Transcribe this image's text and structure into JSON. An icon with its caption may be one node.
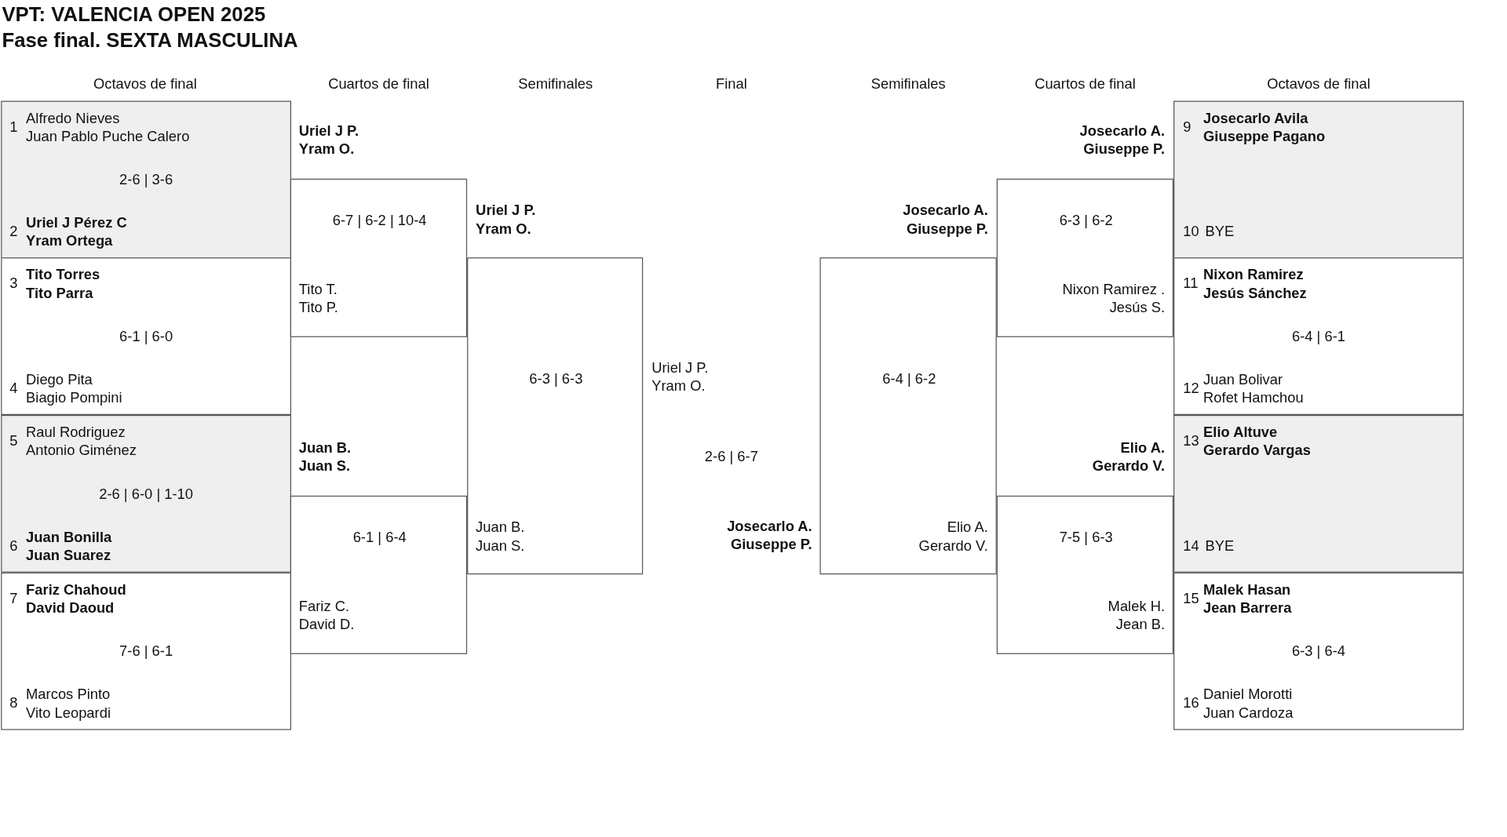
{
  "diagram": {
    "title": "VPT: VALENCIA OPEN 2025",
    "nodes": [
      {
        "text": [
          "1",
          "Alfredo Nieves",
          "Juan Pablo Puche Calero",
          "2-6 | 3-6",
          "2",
          "Uriel J Pérez C",
          "Yram Ortega"
        ]
      },
      {
        "text": [
          "3",
          "Tito Torres",
          "Tito Parra",
          "6-1 | 6-0",
          "4",
          "Diego Pita",
          "Biagio Pompini"
        ]
      },
      {
        "text": [
          "5",
          "Raul Rodriguez",
          "Antonio Giménez",
          "2-6 | 6-0 | 1-10",
          "6",
          "Juan Bonilla",
          "Juan Suarez"
        ]
      },
      {
        "text": [
          "7",
          "Fariz Chahoud",
          "David Daoud",
          "7-6 | 6-1",
          "8",
          "Marcos Pinto",
          "Vito Leopardi"
        ]
      },
      {
        "text": [
          "Uriel J P.",
          "Yram O.",
          "6-7 | 6-2 | 10-4",
          "Tito T.",
          "Tito P."
        ]
      },
      {
        "text": [
          "Juan B.",
          "Juan S.",
          "6-1 | 6-4",
          "Fariz C.",
          "David D."
        ]
      },
      {
        "text": [
          "Uriel J P.",
          "Yram O.",
          "6-3 | 6-3",
          "Juan B.",
          "Juan S."
        ]
      },
      {
        "text": [
          "Josecarlo A.",
          "Giuseppe P.",
          "6-4 | 6-2",
          "Elio A.",
          "Gerardo V."
        ]
      },
      {
        "text": [
          "Josecarlo A.",
          "Giuseppe P.",
          "6-3 | 6-2",
          "Nixon Ramirez .",
          "Jesús S."
        ]
      },
      {
        "text": [
          "Elio A.",
          "Gerardo V.",
          "7-5 | 6-3",
          "Malek H.",
          "Jean B."
        ]
      },
      {
        "text": [
          "9",
          "Josecarlo Avila",
          "Giuseppe Pagano",
          "10",
          "BYE"
        ]
      },
      {
        "text": [
          "11",
          "Nixon Ramirez",
          "Jesús Sánchez",
          "6-4 | 6-1",
          "12",
          "Juan Bolivar",
          "Rofet Hamchou"
        ]
      },
      {
        "text": [
          "13",
          "Elio Altuve",
          "Gerardo Vargas",
          "14",
          "BYE"
        ]
      },
      {
        "text": [
          "15",
          "Malek Hasan",
          "Jean Barrera",
          "6-3 | 6-4",
          "16",
          "Daniel Morotti",
          "Juan Cardoza"
        ]
      }
    ],
    "labels": [
      "Fase final. SEXTA MASCULINA",
      "Octavos de final",
      "Cuartos de final",
      "Semifinales",
      "Final",
      "Semifinales",
      "Cuartos de final",
      "Octavos de final",
      "Uriel J P.",
      "Yram O.",
      "2-6 | 6-7",
      "Josecarlo A.",
      "Giuseppe P."
    ]
  }
}
